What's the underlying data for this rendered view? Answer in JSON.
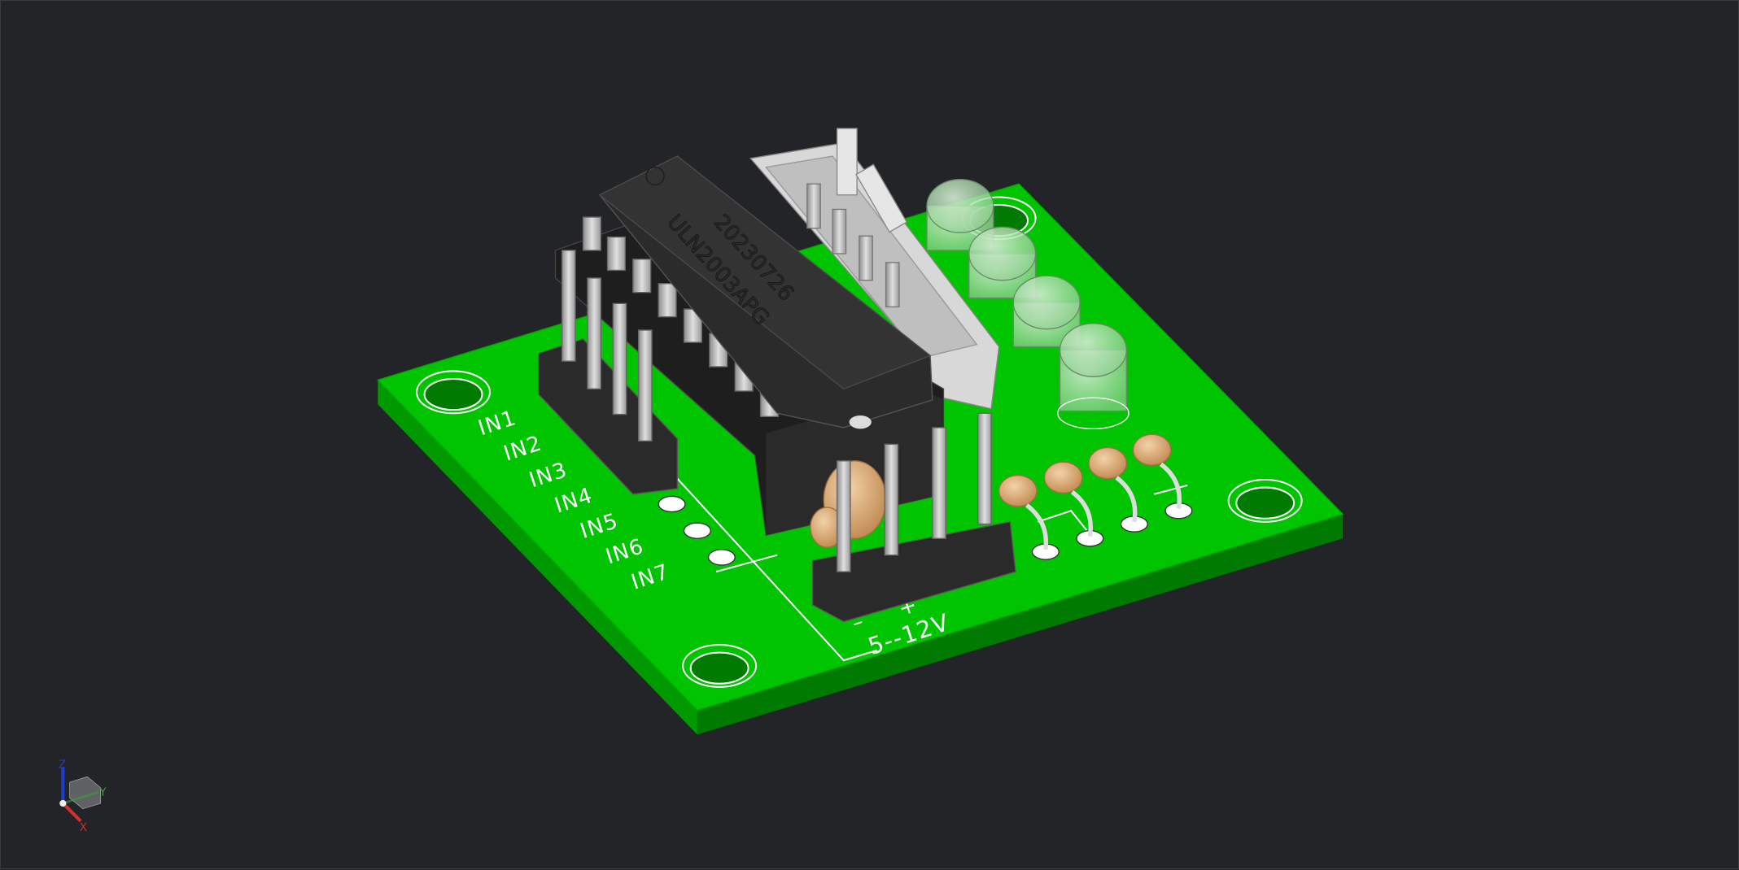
{
  "viewport": {
    "background_color": "#222428",
    "board_color": "#00c400",
    "board_edge_color": "#008a00"
  },
  "pcb": {
    "chip_part": "ULN2003APG",
    "chip_date": "20230726",
    "input_labels": [
      "IN1",
      "IN2",
      "IN3",
      "IN4",
      "IN5",
      "IN6",
      "IN7"
    ],
    "power_minus": "–",
    "power_plus": "+",
    "power_label": "5--12V"
  },
  "axis_triad": {
    "x_label": "X",
    "y_label": "Y",
    "z_label": "Z",
    "x_color": "#d23030",
    "y_color": "#3aa040",
    "z_color": "#1e3cd0"
  }
}
